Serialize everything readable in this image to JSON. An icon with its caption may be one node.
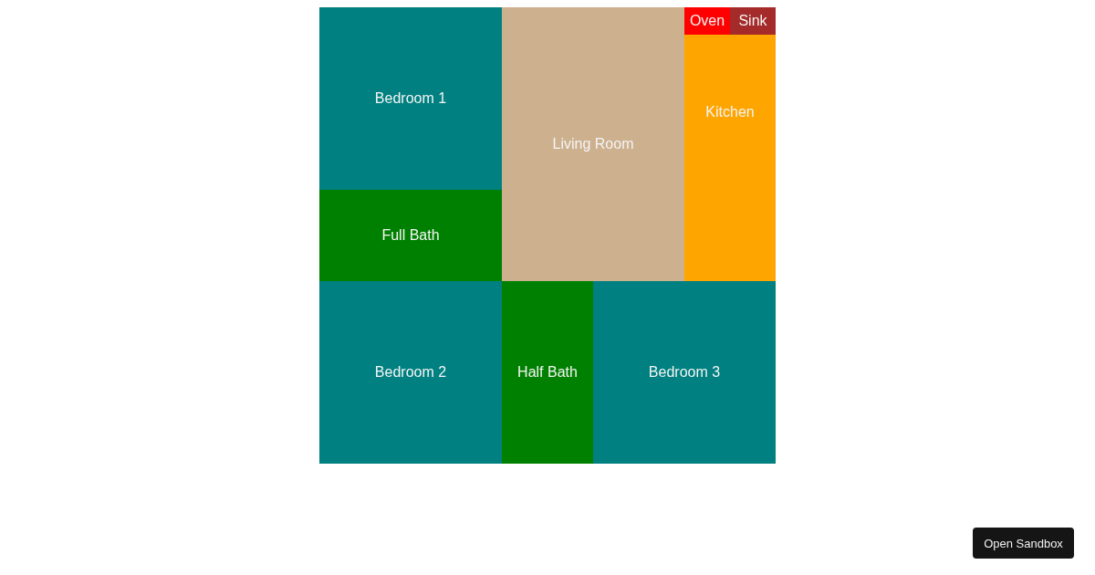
{
  "diagram": {
    "nodes": [
      {
        "text": [
          "Bedroom 1"
        ]
      },
      {
        "text": [
          "Living Room"
        ]
      },
      {
        "text": [
          "Oven"
        ]
      },
      {
        "text": [
          "Sink"
        ]
      },
      {
        "text": [
          "Kitchen"
        ]
      },
      {
        "text": [
          "Full Bath"
        ]
      },
      {
        "text": [
          "Bedroom 2"
        ]
      },
      {
        "text": [
          "Half Bath"
        ]
      },
      {
        "text": [
          "Bedroom 3"
        ]
      }
    ],
    "labels": [
      "Open Sandbox"
    ]
  }
}
